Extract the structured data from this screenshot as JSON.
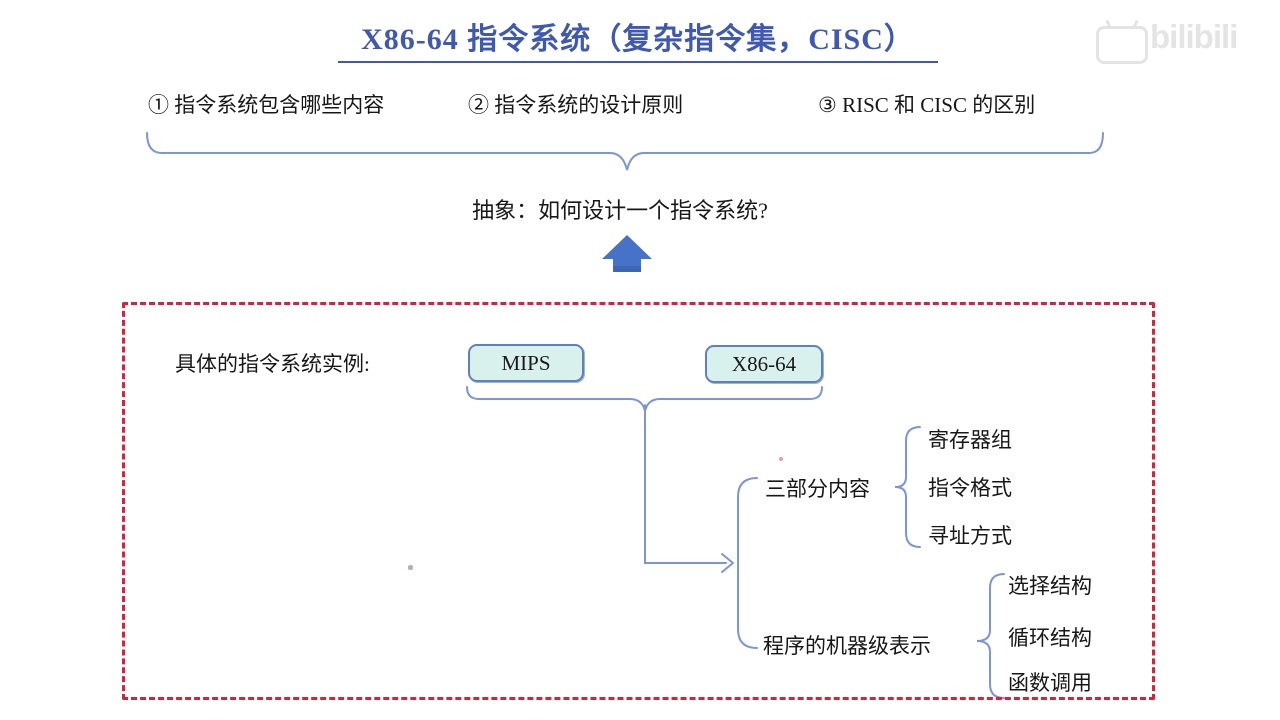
{
  "title": {
    "text": "X86-64 指令系统（复杂指令集，CISC）"
  },
  "topics": [
    {
      "label": "① 指令系统包含哪些内容"
    },
    {
      "label": "② 指令系统的设计原则"
    },
    {
      "label": "③ RISC 和 CISC 的区别"
    }
  ],
  "abstraction": {
    "text": "抽象：如何设计一个指令系统?"
  },
  "examples": {
    "label": "具体的指令系统实例:",
    "boxes": [
      {
        "label": "MIPS"
      },
      {
        "label": "X86-64"
      }
    ],
    "branches": [
      {
        "label": "三部分内容",
        "children": [
          "寄存器组",
          "指令格式",
          "寻址方式"
        ]
      },
      {
        "label": "程序的机器级表示",
        "children": [
          "选择结构",
          "循环结构",
          "函数调用"
        ]
      }
    ]
  },
  "watermark": {
    "text": "bilibili"
  },
  "colors": {
    "title_blue": "#3f58b0",
    "wire_blue": "#7d95d5",
    "arrow_blue": "#4673c8",
    "box_fill": "#d9f1ed",
    "box_border": "#6080bd",
    "dashed_red": "#d8213a",
    "text_black": "#171717"
  }
}
